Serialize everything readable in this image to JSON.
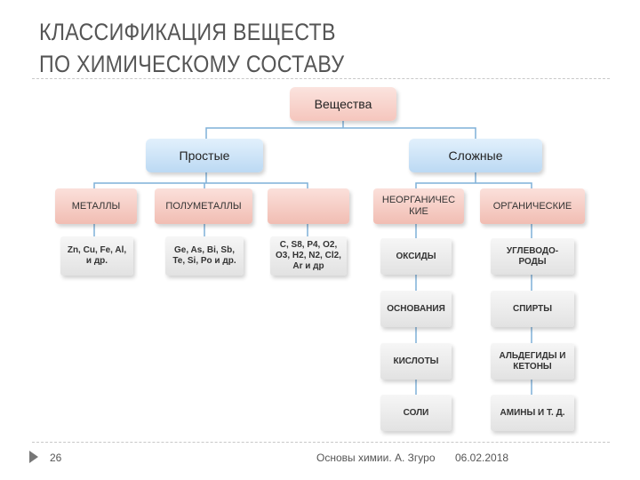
{
  "title": {
    "line1": "КЛАССИФИКАЦИЯ ВЕЩЕСТВ",
    "line2": "ПО ХИМИЧЕСКОМУ СОСТАВУ"
  },
  "diagram": {
    "root": "Вещества",
    "simple": "Простые",
    "complex": "Сложные",
    "metals": "МЕТАЛЛЫ",
    "semimetals": "ПОЛУМЕТАЛЛЫ",
    "nonmetals": "",
    "inorganic": "НЕОРГАНИЧЕС КИЕ",
    "organic": "ОРГАНИЧЕСКИЕ",
    "metals_examples": "Zn, Cu, Fe, Al, и др.",
    "semimetals_examples": "Ge, As, Bi, Sb, Te, Si, Po и др.",
    "nonmetals_examples": "C, S8, P4, O2, O3, H2, N2, Cl2, Ar и др",
    "inorganic_items": [
      "ОКСИДЫ",
      "ОСНОВАНИЯ",
      "КИСЛОТЫ",
      "СОЛИ"
    ],
    "organic_items": [
      "УГЛЕВОДО-РОДЫ",
      "СПИРТЫ",
      "АЛЬДЕГИДЫ И КЕТОНЫ",
      "АМИНЫ И Т. Д."
    ]
  },
  "footer": {
    "page_number": "26",
    "course": "Основы химии. А. Згуро",
    "date": "06.02.2018"
  },
  "colors": {
    "connector": "#7fb0d8",
    "root_fill": "#f5c6bd",
    "level1_fill": "#bcd9f3",
    "category_fill": "#f1bdb3",
    "leaf_fill": "#e2e2e2"
  }
}
